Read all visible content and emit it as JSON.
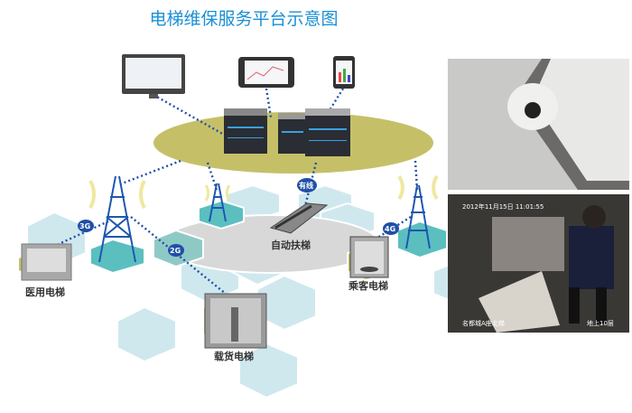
{
  "title": "电梯维保服务平台示意图",
  "labels": {
    "medical": "医用电梯",
    "freight": "载货电梯",
    "escalator": "自动扶梯",
    "passenger": "乘客电梯"
  },
  "badges": {
    "g3": "3G",
    "g2": "2G",
    "g4": "4G",
    "wired": "有线"
  },
  "cctv": {
    "timestamp": "2012年11月15日  11:01:55",
    "location": "名都城A座北梯",
    "floor": "地上10层"
  },
  "colors": {
    "title": "#1a8fd6",
    "cloud": "#c5c068",
    "hex_light": "#cfe8ee",
    "hex_teal": "#5bbfbf",
    "hex_grey": "#d4d4d4",
    "link": "#1f4fa8"
  }
}
